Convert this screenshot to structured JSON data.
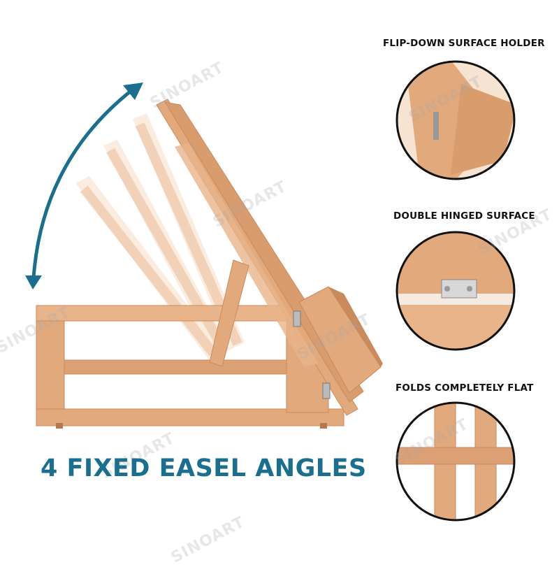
{
  "headline": "4 FIXED EASEL ANGLES",
  "features": [
    {
      "label": "FLIP-DOWN SURFACE HOLDER"
    },
    {
      "label": "DOUBLE HINGED SURFACE"
    },
    {
      "label": "FOLDS COMPLETELY FLAT"
    }
  ],
  "watermark": "SINOART",
  "colors": {
    "accent": "#1a6e8e",
    "wood": "#e2a97c",
    "wood_dark": "#c98a5c",
    "wood_light": "#f2c9a6",
    "circle_border": "#111111"
  },
  "icons": {
    "angle_arrow": "double-headed-curved-arrow-icon",
    "hinge": "hinge-icon"
  }
}
